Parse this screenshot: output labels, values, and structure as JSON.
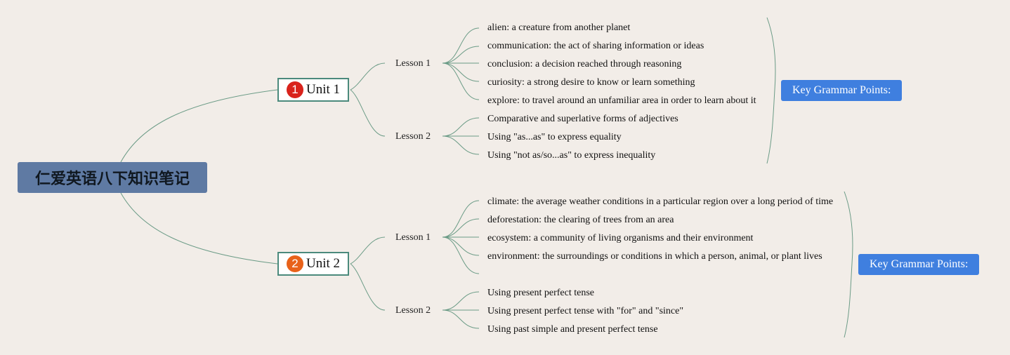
{
  "root": {
    "title": "仁爱英语八下知识笔记"
  },
  "units": [
    {
      "badge": "1",
      "label": "Unit 1",
      "lessons": [
        {
          "label": "Lesson 1",
          "items": [
            "alien: a creature from another planet",
            "communication: the act of sharing information or ideas",
            "conclusion: a decision reached through reasoning",
            "curiosity: a strong desire to know or learn something",
            "explore: to travel around an unfamiliar area in order to learn about it"
          ]
        },
        {
          "label": "Lesson 2",
          "items": [
            "Comparative and superlative forms of adjectives",
            "Using \"as...as\" to express equality",
            "Using \"not as/so...as\" to express inequality"
          ]
        }
      ],
      "summary": "Key Grammar Points:"
    },
    {
      "badge": "2",
      "label": "Unit 2",
      "lessons": [
        {
          "label": "Lesson 1",
          "items": [
            "climate: the average weather conditions in a particular region over a long period of time",
            "deforestation: the clearing of trees from an area",
            "ecosystem: a community of living organisms and their environment",
            "environment: the surroundings or conditions in which a person, animal, or plant lives",
            ""
          ]
        },
        {
          "label": "Lesson 2",
          "items": [
            "Using present perfect tense",
            "Using present perfect tense with \"for\" and \"since\"",
            "Using past simple and present perfect tense"
          ]
        }
      ],
      "summary": "Key Grammar Points:"
    }
  ],
  "colors": {
    "background": "#f2ede8",
    "root_fill": "#5f7aa3",
    "branch_line": "#6b9b86",
    "unit_border": "#4b8a7c",
    "badge_1": "#d9231c",
    "badge_2": "#e8621a",
    "summary_fill": "#3f7fdf"
  }
}
